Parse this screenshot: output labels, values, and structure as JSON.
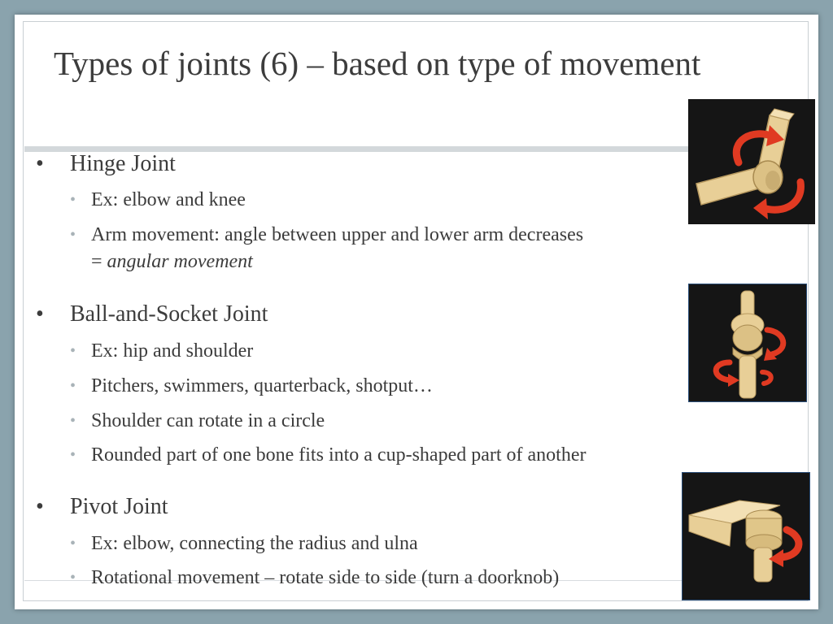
{
  "title": "Types of joints (6) – based on type of movement",
  "sections": [
    {
      "heading": "Hinge Joint",
      "items": [
        "Ex: elbow and knee",
        "Arm movement: angle between upper and lower arm decreases",
        "= ",
        "angular movement"
      ]
    },
    {
      "heading": "Ball-and-Socket Joint",
      "items": [
        "Ex: hip and shoulder",
        "Pitchers, swimmers, quarterback, shotput…",
        "Shoulder can rotate in a circle",
        "Rounded part of one bone fits into a cup-shaped part of another"
      ]
    },
    {
      "heading": "Pivot Joint",
      "items": [
        "Ex: elbow, connecting the radius and ulna",
        "Rotational movement – rotate side to side (turn a doorknob)"
      ]
    }
  ],
  "bullets": {
    "main": "•",
    "sub": "•"
  },
  "images": {
    "hinge": "hinge-joint-illustration",
    "ball": "ball-and-socket-joint-illustration",
    "pivot": "pivot-joint-illustration"
  },
  "colors": {
    "background": "#8aa3ad",
    "text": "#3c3c3c",
    "sub_bullet": "#a9b3b8",
    "bone": "#e8cf97",
    "arrow": "#e03a22"
  }
}
